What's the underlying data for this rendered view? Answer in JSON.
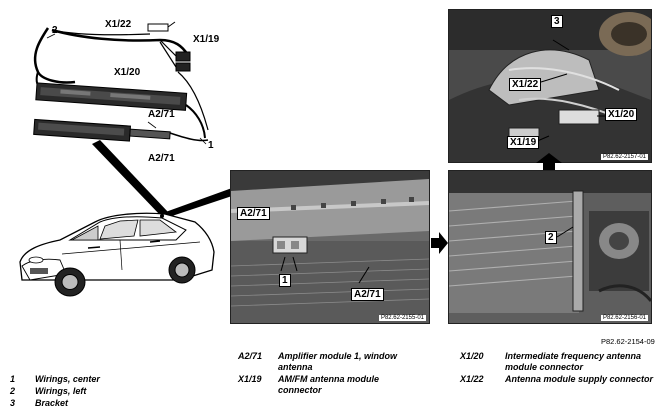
{
  "figure_code": "P82.62-2154-09",
  "wiring_labels": {
    "x1_22": "X1/22",
    "x1_19": "X1/19",
    "x1_20": "X1/20",
    "a2_71_top": "A2/71",
    "a2_71_bottom": "A2/71",
    "n2": "2",
    "n1": "1"
  },
  "photo_window": {
    "a2_71_left": "A2/71",
    "a2_71_right": "A2/71",
    "n1": "1",
    "code": "P82.62-2155-01"
  },
  "photo_top": {
    "n3": "3",
    "x1_22": "X1/22",
    "x1_20": "X1/20",
    "x1_19": "X1/19",
    "code": "P82.62-2157-01"
  },
  "photo_bracket": {
    "n2": "2",
    "code": "P82.62-2156-01"
  },
  "legend_left": [
    {
      "key": "1",
      "text": "Wirings, center"
    },
    {
      "key": "2",
      "text": "Wirings, left"
    },
    {
      "key": "3",
      "text": "Bracket"
    }
  ],
  "legend_mid": [
    {
      "key": "A2/71",
      "text": "Amplifier module 1, window antenna"
    },
    {
      "key": "X1/19",
      "text": "AM/FM antenna module connector"
    }
  ],
  "legend_right": [
    {
      "key": "X1/20",
      "text": "Intermediate frequency antenna module connector"
    },
    {
      "key": "X1/22",
      "text": "Antenna module supply connector"
    }
  ]
}
